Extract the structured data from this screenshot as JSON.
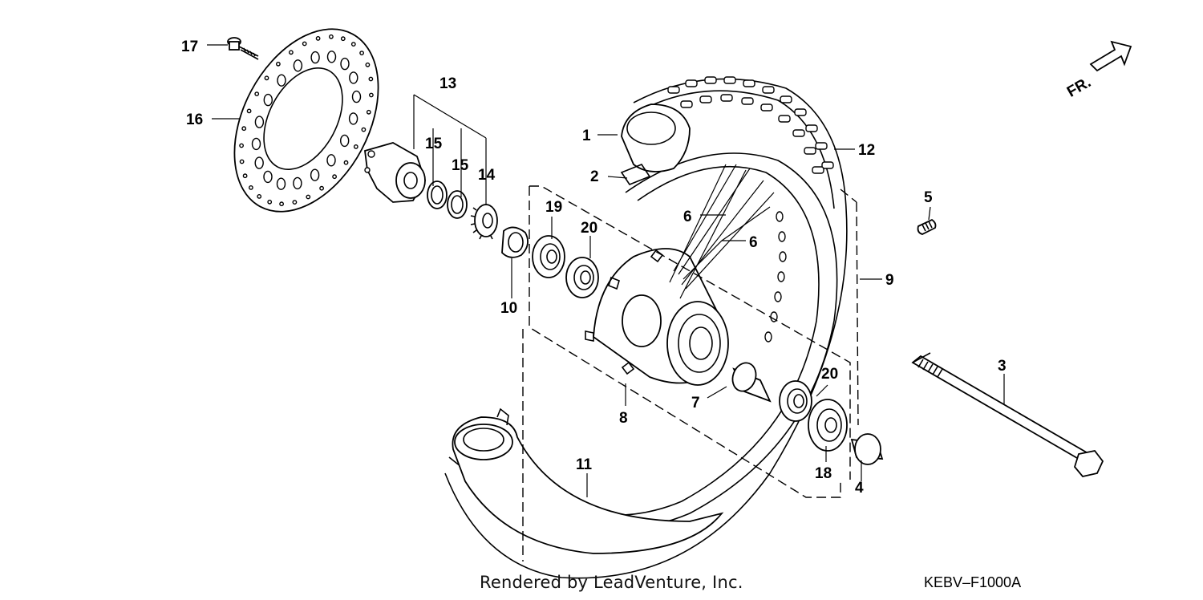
{
  "diagram": {
    "labels": {
      "p1": "1",
      "p2": "2",
      "p3": "3",
      "p4": "4",
      "p5": "5",
      "p6a": "6",
      "p6b": "6",
      "p7": "7",
      "p8": "8",
      "p9": "9",
      "p10": "10",
      "p11": "11",
      "p12": "12",
      "p13": "13",
      "p14": "14",
      "p15a": "15",
      "p15b": "15",
      "p16": "16",
      "p17": "17",
      "p18": "18",
      "p19": "19",
      "p20a": "20",
      "p20b": "20"
    },
    "direction_marker": "FR.",
    "credit": "Rendered by LeadVenture, Inc.",
    "diagram_code": "KEBV–F1000A"
  }
}
